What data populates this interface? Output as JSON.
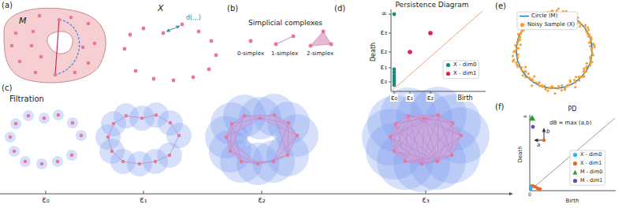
{
  "diagram": {
    "labels": [
      "(a)",
      "M",
      "X",
      "d(.,.)",
      "(b)",
      "Simplicial complexes",
      "0-simplex",
      "1-simplex",
      "2-simplex",
      "(d)",
      "Persistence Diagram",
      "∞",
      "ε₃",
      "ε₂",
      "ε₁",
      "ε₀",
      "Death",
      "ε₀",
      "ε₁",
      "ε₂",
      "Birth",
      "(e)",
      "(c)",
      "Filtration",
      "ε₀",
      "ε₁",
      "ε₂",
      "ε₃",
      "(f)",
      "PD",
      "∞",
      "0",
      "Death",
      "Birth",
      "dB = max (a,b)",
      "a",
      "b"
    ],
    "legend": [
      {
        "text": "X - dim0",
        "color": "#1a8a7a"
      },
      {
        "text": "X - dim1",
        "color": "#d6264f"
      },
      {
        "text": "Circle (M)"
      },
      {
        "text": "Noisy Sample (X)",
        "color": "#f5a030"
      },
      {
        "text": "X - dim0",
        "color": "#2bb5e8"
      },
      {
        "text": "X - dim1",
        "color": "#e8662a"
      },
      {
        "text": "M - dim0",
        "color": "#2ca02c"
      },
      {
        "text": "M - dim1",
        "color": "#5b4fc4"
      }
    ]
  }
}
